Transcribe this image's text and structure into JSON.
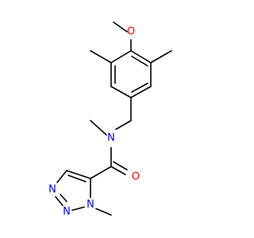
{
  "molecule": {
    "atoms": {
      "methoxy_oxygen": "O",
      "amide_nitrogen": "N",
      "carbonyl_oxygen": "O",
      "triazole_n3": "N",
      "triazole_n2": "N",
      "triazole_n1": "N"
    },
    "colors": {
      "bond": "#000000",
      "nitrogen": "#0000FF",
      "oxygen": "#FF0000"
    }
  }
}
